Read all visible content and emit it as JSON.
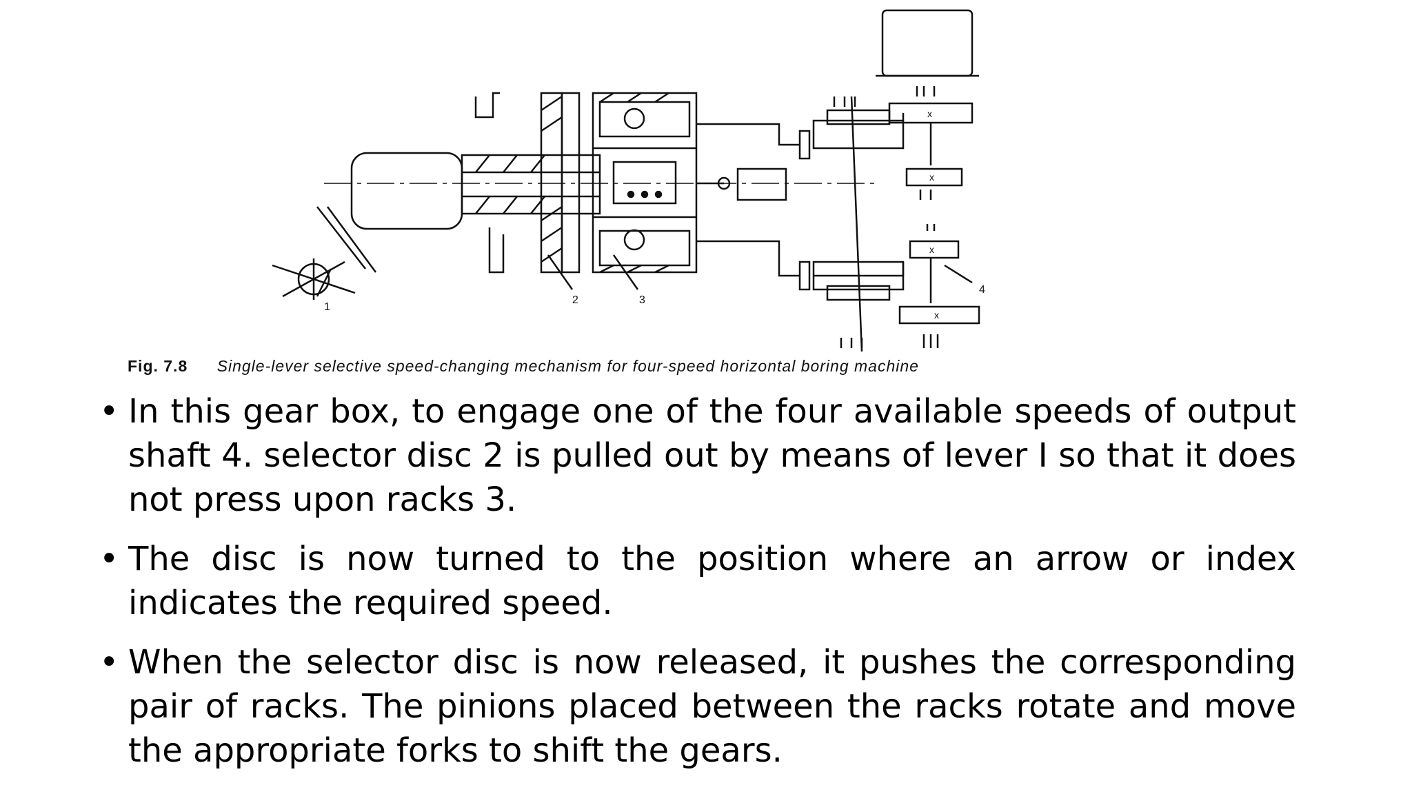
{
  "figure": {
    "number": "Fig. 7.8",
    "title": "Single-lever selective speed-changing mechanism for four-speed horizontal boring machine",
    "part_labels": [
      "1",
      "2",
      "3",
      "4"
    ],
    "gear_marks": [
      "x",
      "x",
      "x",
      "x"
    ]
  },
  "bullet_symbol": "•",
  "bullets": [
    "In this gear box, to engage one of the four available speeds of output shaft 4. selector disc 2 is pulled out by means of lever I so that it does not press upon racks 3.",
    "The disc is now turned to the position where an arrow or index indicates the required speed.",
    "When the selector disc is now released, it pushes the corresponding pair of racks. The pinions placed between the racks rotate and move the appropriate forks to shift the gears."
  ]
}
